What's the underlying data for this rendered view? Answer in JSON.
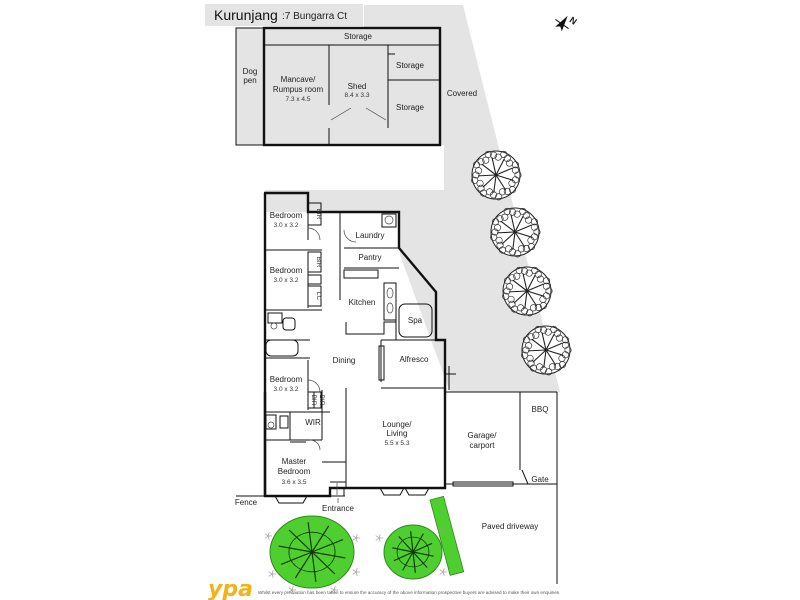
{
  "title": {
    "suburb": "Kurunjang",
    "address": ":7 Bungarra Ct"
  },
  "outbuilding": {
    "dog_pen": [
      "Dog",
      "pen"
    ],
    "mancave": {
      "name": [
        "Mancave/",
        "Rumpus room"
      ],
      "dims": "7.3 x 4.5"
    },
    "shed": {
      "name": "Shed",
      "dims": "8.4 x 3.3"
    },
    "storage_top": "Storage",
    "storage_right_top": "Storage",
    "storage_right_bottom": "Storage",
    "covered": "Covered"
  },
  "house": {
    "bedroom1": {
      "name": "Bedroom",
      "dims": "3.0 x 3.2"
    },
    "bedroom2": {
      "name": "Bedroom",
      "dims": "3.0 x 3.2"
    },
    "bedroom3": {
      "name": "Bedroom",
      "dims": "3.0 x 3.2"
    },
    "master": {
      "name": [
        "Master",
        "Bedroom"
      ],
      "dims": "3.6 x 3.5"
    },
    "bir_1": "BIR",
    "bir_2": "BIR",
    "bir_3": "BIR",
    "bir_4": "BIR",
    "lc": "LC",
    "wir": "WIR",
    "laundry": "Laundry",
    "pantry": "Pantry",
    "kitchen": "Kitchen",
    "spa": "Spa",
    "dining": "Dining",
    "alfresco": "Alfresco",
    "lounge": {
      "name": [
        "Lounge/",
        "Living"
      ],
      "dims": "5.5 x 5.3"
    },
    "garage": [
      "Garage/",
      "carport"
    ],
    "bbq": "BBQ",
    "gate": "Gate",
    "entrance": "Entrance",
    "fence": "Fence",
    "driveway": "Paved driveway"
  },
  "footer": {
    "logo": "ypa",
    "disclaimer": "Whilst every precaution has been taken to ensure the accuracy of the above information prospective buyers are advised to make their own enquiries"
  },
  "colors": {
    "shade": "#e4e4e4",
    "grass": "#4fcf2f",
    "grass_dark": "#2d8a1a",
    "logo": "#f3b21a",
    "wall": "#111111"
  },
  "icons": [
    "north-arrow-icon",
    "tree-icon",
    "shrub-icon"
  ]
}
